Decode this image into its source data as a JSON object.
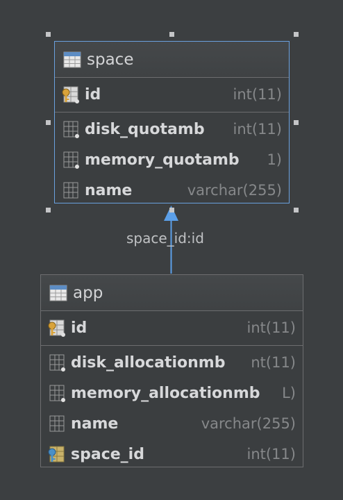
{
  "tables": [
    {
      "name": "space",
      "columns": [
        {
          "name": "id",
          "type": "int(11)",
          "kind": "primary-key"
        },
        {
          "name": "disk_quotamb",
          "type": "int(11)",
          "kind": "column"
        },
        {
          "name": "memory_quotamb",
          "type": "1)",
          "kind": "column"
        },
        {
          "name": "name",
          "type": "varchar(255)",
          "kind": "column"
        }
      ]
    },
    {
      "name": "app",
      "columns": [
        {
          "name": "id",
          "type": "int(11)",
          "kind": "primary-key"
        },
        {
          "name": "disk_allocationmb",
          "type": "nt(11)",
          "kind": "column"
        },
        {
          "name": "memory_allocationmb",
          "type": "L)",
          "kind": "column"
        },
        {
          "name": "name",
          "type": "varchar(255)",
          "kind": "column"
        },
        {
          "name": "space_id",
          "type": "int(11)",
          "kind": "foreign-key"
        }
      ]
    }
  ],
  "relationship": {
    "label": "space_id:id",
    "from": "app",
    "to": "space"
  },
  "colors": {
    "background": "#3c3f41",
    "selection": "#6aa1df",
    "arrow": "#5b9fe8",
    "primary_key": "#d9a33a",
    "foreign_key": "#4a90c8"
  }
}
